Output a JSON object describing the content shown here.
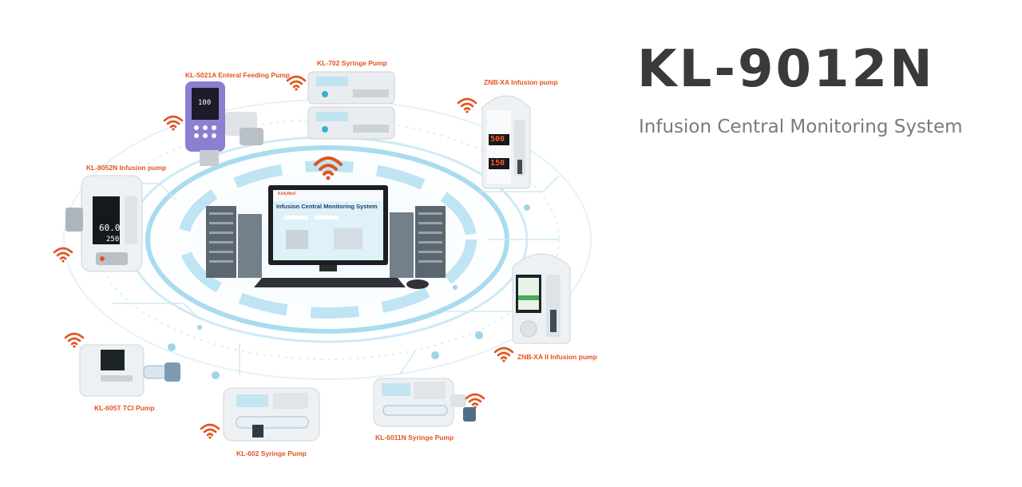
{
  "hero": {
    "title": "KL-9012N",
    "subtitle": "Infusion Central Monitoring System"
  },
  "monitor": {
    "screen_title": "Infusion Central Monitoring System",
    "brand": "KellyMed"
  },
  "devices": [
    {
      "label": "KL-5021A Enteral Feeding Pump"
    },
    {
      "label": "KL-702 Syringe Pump"
    },
    {
      "label": "ZNB-XA  Infusion pump"
    },
    {
      "label": "KL-8052N  Infusion pump"
    },
    {
      "label": "ZNB-XA  II Infusion pump"
    },
    {
      "label": "KL-605T  TCI Pump"
    },
    {
      "label": "KL-602  Syringe Pump"
    },
    {
      "label": "KL-6011N Syringe Pump"
    }
  ],
  "pump_displays": {
    "enteral_rate": "100",
    "znb_rate": "500",
    "znb_volume": "150",
    "kl8052_rate": "60.0",
    "kl8052_volume": "250"
  },
  "colors": {
    "accent": "#e3531d",
    "network_blue": "#9fd3ea",
    "title_gray": "#3a3a3a",
    "subtitle_gray": "#7a7a7a"
  },
  "icons": [
    "wifi-icon"
  ]
}
